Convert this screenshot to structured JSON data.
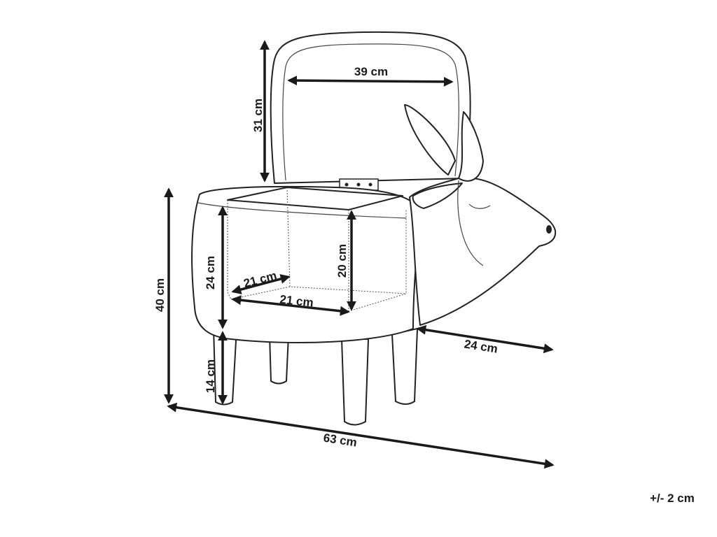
{
  "dimensions": {
    "lid_width": "39 cm",
    "lid_height": "31 cm",
    "total_height": "40 cm",
    "body_height": "24 cm",
    "storage_depth": "20 cm",
    "storage_width_back": "21 cm",
    "storage_width_front": "21 cm",
    "leg_height": "14 cm",
    "depth": "24 cm",
    "total_length": "63 cm"
  },
  "tolerance": "+/- 2 cm"
}
